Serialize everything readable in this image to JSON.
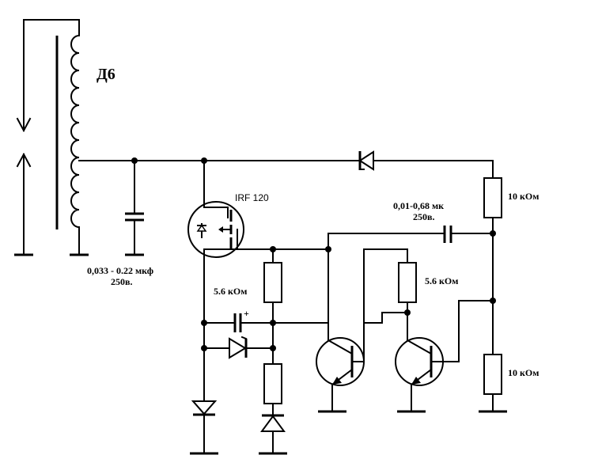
{
  "labels": {
    "inductor": "Д6",
    "mosfet": "IRF 120",
    "cap1_value": "0,033 - 0.22 мкф",
    "cap1_voltage": "250в.",
    "cap2_value": "0,01-0,68 мк",
    "cap2_voltage": "250в.",
    "r_top_right": "10 кОм",
    "r_bottom_right": "10 кОм",
    "r_gate": "5.6 кОм",
    "r_mid": "5.6 кОм",
    "polarity": "+"
  },
  "colors": {
    "ink": "#000000",
    "background": "#ffffff"
  }
}
